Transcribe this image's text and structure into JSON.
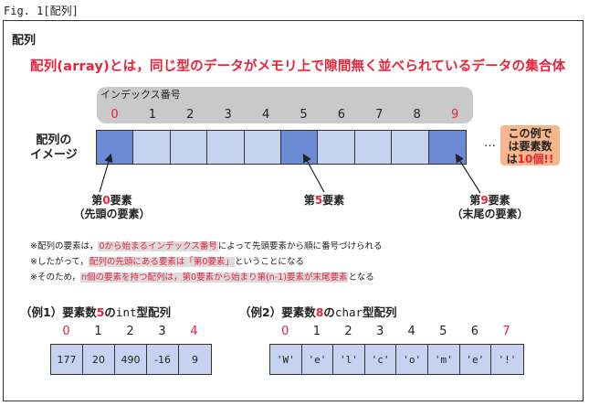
{
  "figure_label": "Fig. 1[配列]",
  "heading": "配列",
  "intro": "配列(array)とは，同じ型のデータがメモリ上で隙間無く並べられているデータの集合体",
  "index_title": "インデックス番号",
  "indices": [
    {
      "text": "0",
      "red": true
    },
    {
      "text": "1",
      "red": false
    },
    {
      "text": "2",
      "red": false
    },
    {
      "text": "3",
      "red": false
    },
    {
      "text": "4",
      "red": false
    },
    {
      "text": "5",
      "red": false
    },
    {
      "text": "6",
      "red": false
    },
    {
      "text": "7",
      "red": false
    },
    {
      "text": "8",
      "red": false
    },
    {
      "text": "9",
      "red": true
    }
  ],
  "array_label_line1": "配列の",
  "array_label_line2": "イメージ",
  "ellipsis": "…",
  "callout": {
    "line1": "この例で",
    "line2": "は要素数",
    "line3_pre": "は",
    "line3_red": "10個!!"
  },
  "element_labels": {
    "first": {
      "pre": "第",
      "num": "0",
      "post": "要素",
      "sub": "（先頭の要素）"
    },
    "fifth": {
      "pre": "第",
      "num": "5",
      "post": "要素"
    },
    "last": {
      "pre": "第",
      "num": "9",
      "post": "要素",
      "sub": "（末尾の要素）"
    }
  },
  "notes": [
    {
      "pre": "※配列の要素は，",
      "hl": "0から始まるインデックス番号",
      "post": "によって先頭要素から順に番号づけられる"
    },
    {
      "pre": "※したがって，",
      "hl": "配列の先頭にある要素は「第0要素」",
      "post": "ということになる"
    },
    {
      "pre": "※そのため，",
      "hl": "n個の要素を持つ配列は，第0要素から始まり第(n-1)要素が末尾要素",
      "post": "となる"
    }
  ],
  "example1": {
    "title_pre": "（例1）要素数",
    "title_num": "5",
    "title_type": "の",
    "title_mono": "int",
    "title_post": "型配列",
    "indices": [
      {
        "text": "0",
        "red": true
      },
      {
        "text": "1",
        "red": false
      },
      {
        "text": "2",
        "red": false
      },
      {
        "text": "3",
        "red": false
      },
      {
        "text": "4",
        "red": true
      }
    ],
    "values": [
      "177",
      "20",
      "490",
      "-16",
      "9"
    ]
  },
  "example2": {
    "title_pre": "（例2）要素数",
    "title_num": "8",
    "title_type": "の",
    "title_mono": "char",
    "title_post": "型配列",
    "indices": [
      {
        "text": "0",
        "red": true
      },
      {
        "text": "1",
        "red": false
      },
      {
        "text": "2",
        "red": false
      },
      {
        "text": "3",
        "red": false
      },
      {
        "text": "4",
        "red": false
      },
      {
        "text": "5",
        "red": false
      },
      {
        "text": "6",
        "red": false
      },
      {
        "text": "7",
        "red": true
      }
    ],
    "values": [
      "'W'",
      "'e'",
      "'l'",
      "'c'",
      "'o'",
      "'m'",
      "'e'",
      "'!'"
    ]
  },
  "colors": {
    "accent_red": "#e8233a",
    "cell_light": "#c5d3f0",
    "cell_dark": "#6c8ad3",
    "callout_bg": "#f7b78a",
    "index_pill": "#c9c9c9"
  }
}
